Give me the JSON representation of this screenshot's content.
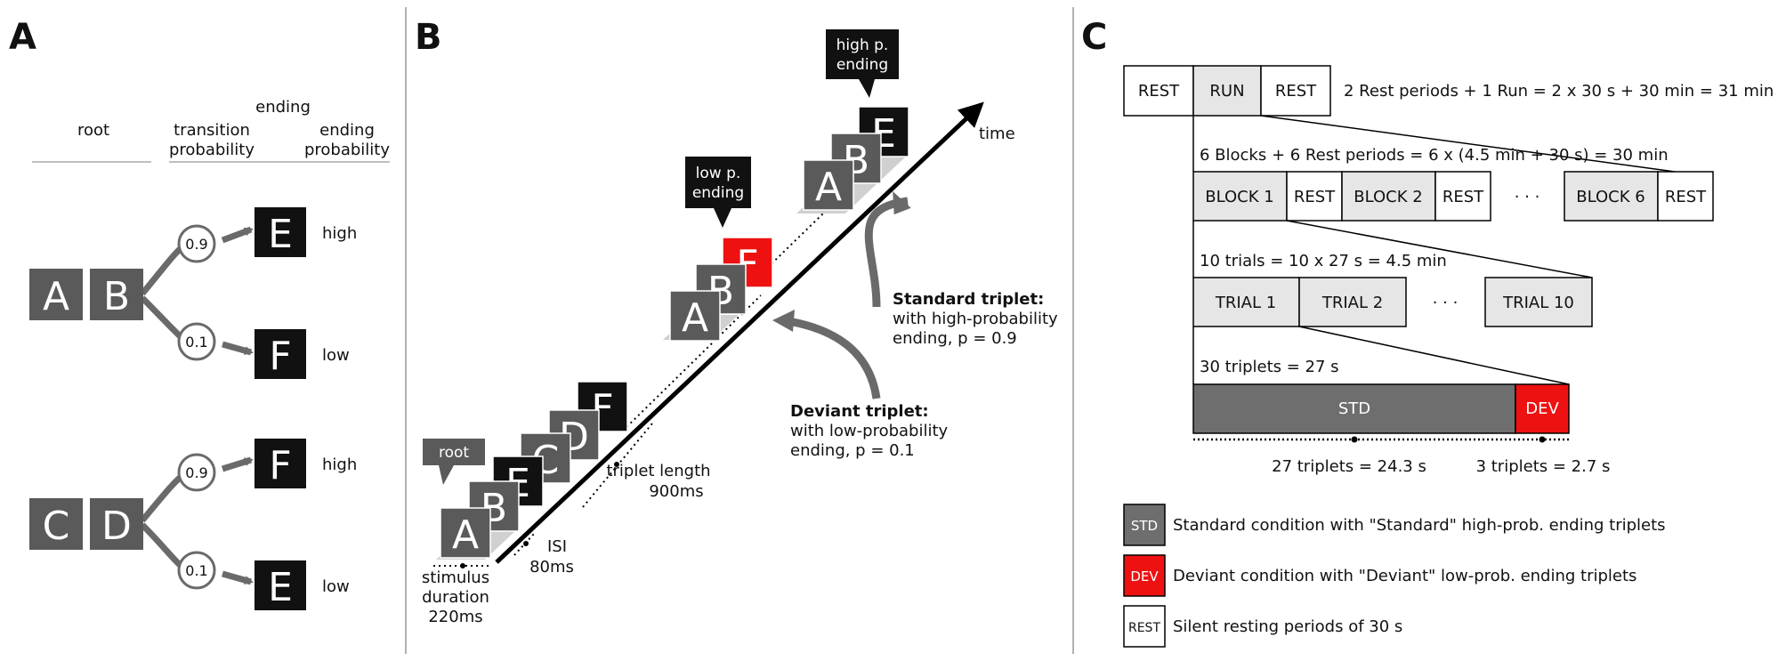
{
  "panelA": {
    "label": "A",
    "col_root": "root",
    "col_ending_top": "ending",
    "col_transition1": "transition",
    "col_transition2": "probability",
    "col_ending1": "ending",
    "col_ending2": "probability",
    "tree1": {
      "root1": "A",
      "root2": "B",
      "p_hi": "0.9",
      "p_lo": "0.1",
      "end_hi": "E",
      "end_lo": "F",
      "lbl_hi": "high",
      "lbl_lo": "low"
    },
    "tree2": {
      "root1": "C",
      "root2": "D",
      "p_hi": "0.9",
      "p_lo": "0.1",
      "end_hi": "F",
      "end_lo": "E",
      "lbl_hi": "high",
      "lbl_lo": "low"
    }
  },
  "panelB": {
    "label": "B",
    "root_callout": "root",
    "low_callout1": "low p.",
    "low_callout2": "ending",
    "high_callout1": "high p.",
    "high_callout2": "ending",
    "time": "time",
    "stim1": "stimulus",
    "stim2": "duration",
    "stim3": "220ms",
    "isi1": "ISI",
    "isi2": "80ms",
    "trip1": "triplet length",
    "trip2": "900ms",
    "dev_title": "Deviant triplet:",
    "dev1": "with low-probability",
    "dev2": "ending, p = 0.1",
    "std_title": "Standard triplet:",
    "std1": "with high-probability",
    "std2": "ending, p = 0.9",
    "letters": {
      "A": "A",
      "B": "B",
      "C": "C",
      "D": "D",
      "E": "E",
      "F": "F"
    }
  },
  "panelC": {
    "label": "C",
    "rest": "REST",
    "run": "RUN",
    "eq_run": "2 Rest periods + 1 Run = 2 x 30 s + 30 min = 31 min",
    "eq_blocks": "6 Blocks + 6 Rest periods = 6 x (4.5 min + 30 s) = 30 min",
    "block1": "BLOCK 1",
    "block2": "BLOCK 2",
    "block6": "BLOCK 6",
    "dots": "· · ·",
    "eq_trials": "10 trials = 10 x 27 s = 4.5 min",
    "trial1": "TRIAL 1",
    "trial2": "TRIAL 2",
    "trial10": "TRIAL 10",
    "eq_triplets": "30 triplets = 27 s",
    "std": "STD",
    "dev": "DEV",
    "std_count": "27 triplets = 24.3 s",
    "dev_count": "3 triplets = 2.7 s",
    "legend_std": "Standard condition with \"Standard\" high-prob. ending triplets",
    "legend_dev": "Deviant condition with \"Deviant\" low-prob. ending triplets",
    "legend_rest": "Silent resting periods of 30 s"
  },
  "colors": {
    "dark_gray": "#5a5a5a",
    "mid_gray": "#6e6e6e",
    "light_gray": "#e6e6e6",
    "red": "#ee1111",
    "black": "#111111"
  }
}
